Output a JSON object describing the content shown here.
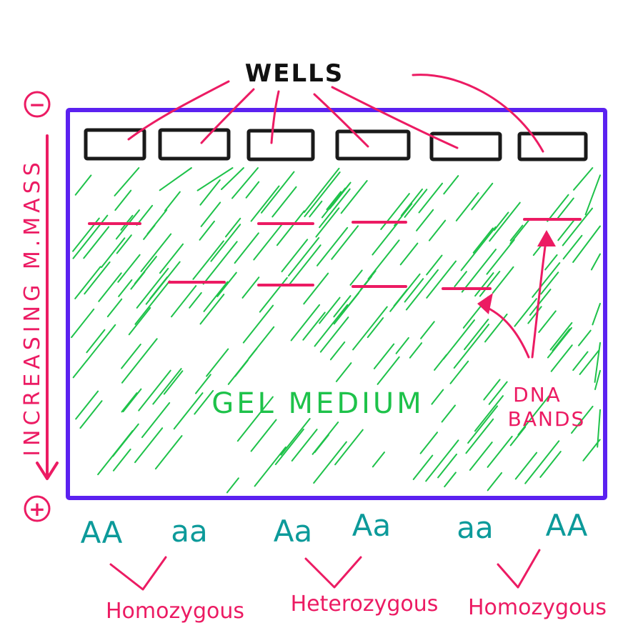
{
  "labels": {
    "wells": "WELLS",
    "gel_medium": "GEL MEDIUM",
    "dna_bands_line1": "DNA",
    "dna_bands_line2": "BANDS",
    "axis": "INCREASING M.MASS",
    "negative": "−",
    "positive": "+"
  },
  "lanes": [
    {
      "genotype": "AA",
      "bands": [
        "upper"
      ]
    },
    {
      "genotype": "aa",
      "bands": [
        "lower"
      ]
    },
    {
      "genotype": "Aa",
      "bands": [
        "upper",
        "lower"
      ]
    },
    {
      "genotype": "Aa",
      "bands": [
        "upper",
        "lower"
      ]
    },
    {
      "genotype": "aa",
      "bands": [
        "lower"
      ]
    },
    {
      "genotype": "AA",
      "bands": [
        "upper"
      ]
    }
  ],
  "groups": [
    {
      "label": "Homozygous"
    },
    {
      "label": "Heterozygous"
    },
    {
      "label": "Homozygous"
    }
  ],
  "colors": {
    "gel_border": "#5b21f0",
    "wells": "#1a1a1a",
    "pink": "#ec1b63",
    "green": "#1ec24a",
    "teal": "#0c9a9a"
  }
}
